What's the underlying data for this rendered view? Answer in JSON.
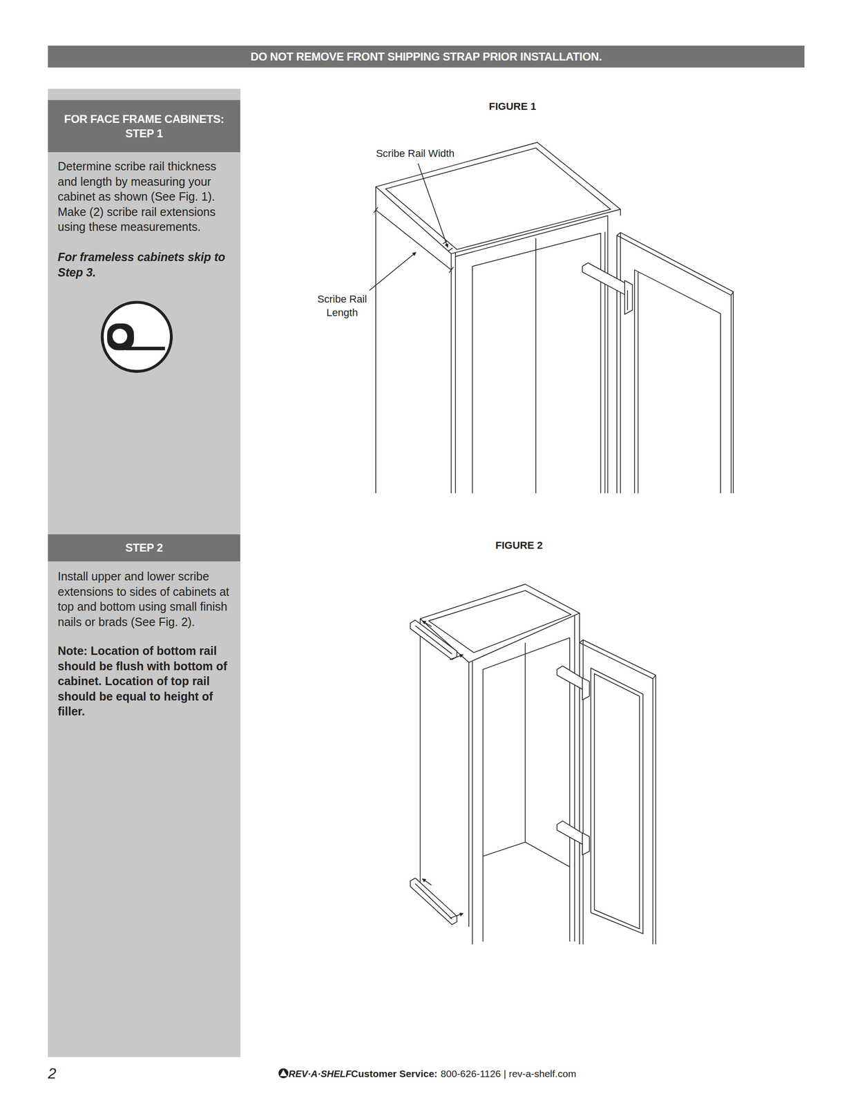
{
  "diagram": {
    "nodes": [
      {
        "text": [
          "DO NOT REMOVE FRONT SHIPPING STRAP PRIOR INSTALLATION."
        ]
      },
      {
        "text": [
          "FOR FACE FRAME CABINETS: STEP 1"
        ]
      },
      {
        "text": [
          "STEP 2"
        ]
      }
    ],
    "labels": [
      "Determine scribe rail thickness and length by measuring your cabinet as shown (See Fig. 1). Make (2) scribe rail extensions using these measurements.",
      "For frameless cabinets skip to Step 3.",
      "FIGURE 1",
      "Scribe Rail Width",
      "Scribe Rail Length",
      "FIGURE 2",
      "Install upper and lower scribe extensions to sides of cabinets at top and bottom using small finish nails or brads (See Fig. 2).",
      "Note: Location of bottom rail should be flush with bottom of cabinet. Location of top rail should be equal to height of filler.",
      "2",
      "REV·A·SHELF",
      "Customer Service:",
      "800-626-1126 | rev-a-shelf.com"
    ]
  }
}
